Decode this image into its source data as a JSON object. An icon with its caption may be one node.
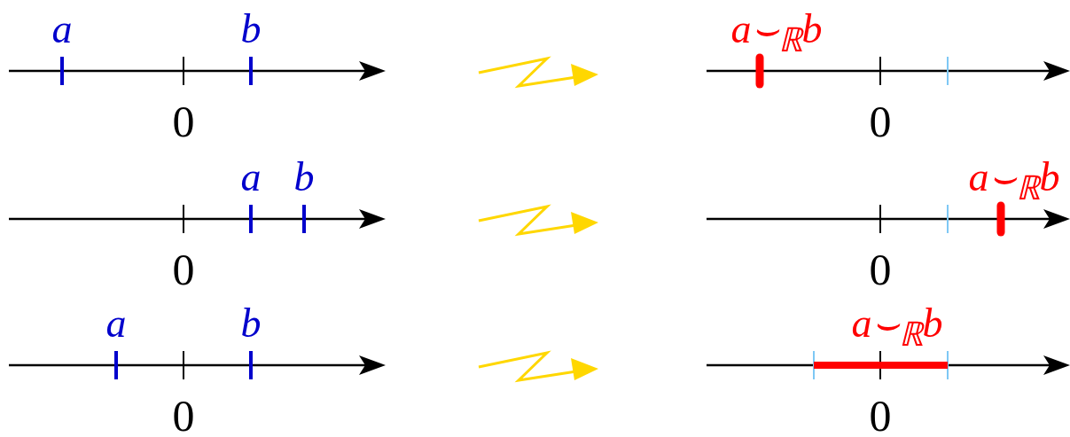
{
  "diagram": {
    "labels": [
      "a",
      "b",
      "a⌣$_{ℝ}$b",
      "0",
      "0",
      "a",
      "b",
      "a⌣$_{ℝ}$b",
      "0",
      "0",
      "a",
      "b",
      "a⌣$_{ℝ}$b",
      "0",
      "0"
    ]
  }
}
